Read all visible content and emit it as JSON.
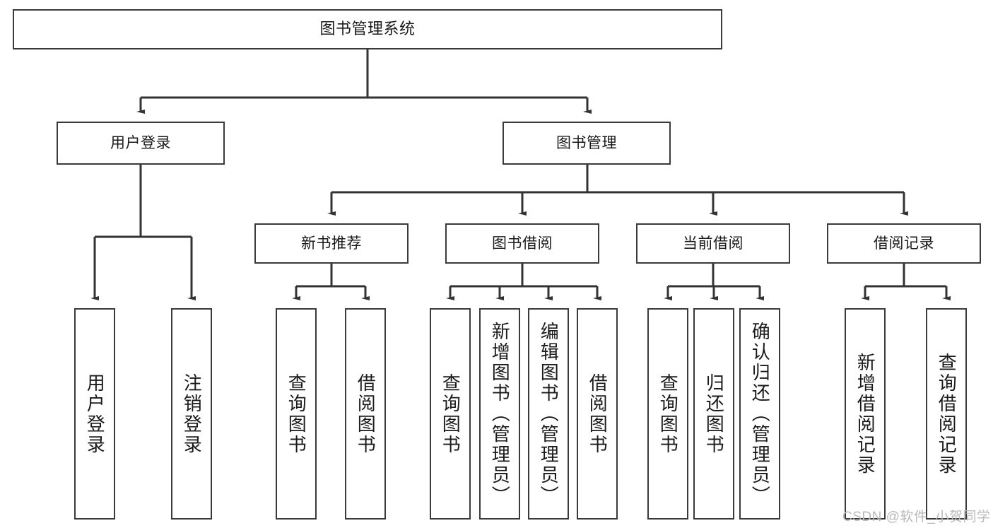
{
  "diagram": {
    "title": "图书管理系统",
    "type": "tree-hierarchy-diagram",
    "root": {
      "label": "图书管理系统"
    },
    "level2": [
      {
        "label": "用户登录"
      },
      {
        "label": "图书管理"
      }
    ],
    "level3": [
      {
        "label": "新书推荐"
      },
      {
        "label": "图书借阅"
      },
      {
        "label": "当前借阅"
      },
      {
        "label": "借阅记录"
      }
    ],
    "leaves": {
      "user_login": [
        {
          "label": "用户登录"
        },
        {
          "label": "注销登录"
        }
      ],
      "new_book_recommend": [
        {
          "label": "查询图书"
        },
        {
          "label": "借阅图书"
        }
      ],
      "book_borrow": [
        {
          "label": "查询图书"
        },
        {
          "label": "新增图书（管理员）"
        },
        {
          "label": "编辑图书（管理员）"
        },
        {
          "label": "借阅图书"
        }
      ],
      "current_borrow": [
        {
          "label": "查询图书"
        },
        {
          "label": "归还图书"
        },
        {
          "label": "确认归还（管理员）"
        }
      ],
      "borrow_records": [
        {
          "label": "新增借阅记录"
        },
        {
          "label": "查询借阅记录"
        }
      ]
    }
  },
  "watermark": {
    "text": "CSDN @软件_小贺同学"
  },
  "colors": {
    "background": "#ffffff",
    "box_border": "#3a3a3a",
    "box_fill": "#ffffff",
    "text": "#1a1a1a",
    "connector": "#333333",
    "watermark": "#b9b9b9"
  }
}
